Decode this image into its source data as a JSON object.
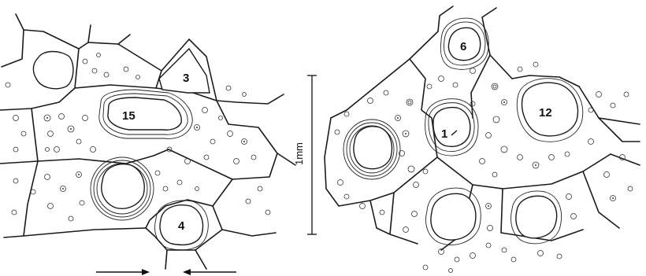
{
  "cell_labels": {
    "cell_3": "3",
    "cell_15": "15",
    "cell_4": "4",
    "cell_6": "6",
    "cell_12": "12",
    "cell_1": "1"
  },
  "scale_bar": {
    "label": "1mm"
  },
  "arrows": {
    "left_direction": "right",
    "right_direction": "left"
  }
}
